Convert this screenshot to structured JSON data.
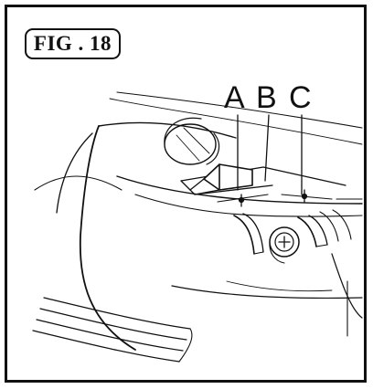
{
  "figure": {
    "label": "FIG . 18"
  },
  "callouts": {
    "a": "A",
    "b": "B",
    "c": "C"
  },
  "colors": {
    "line": "#111111",
    "background": "#ffffff"
  }
}
